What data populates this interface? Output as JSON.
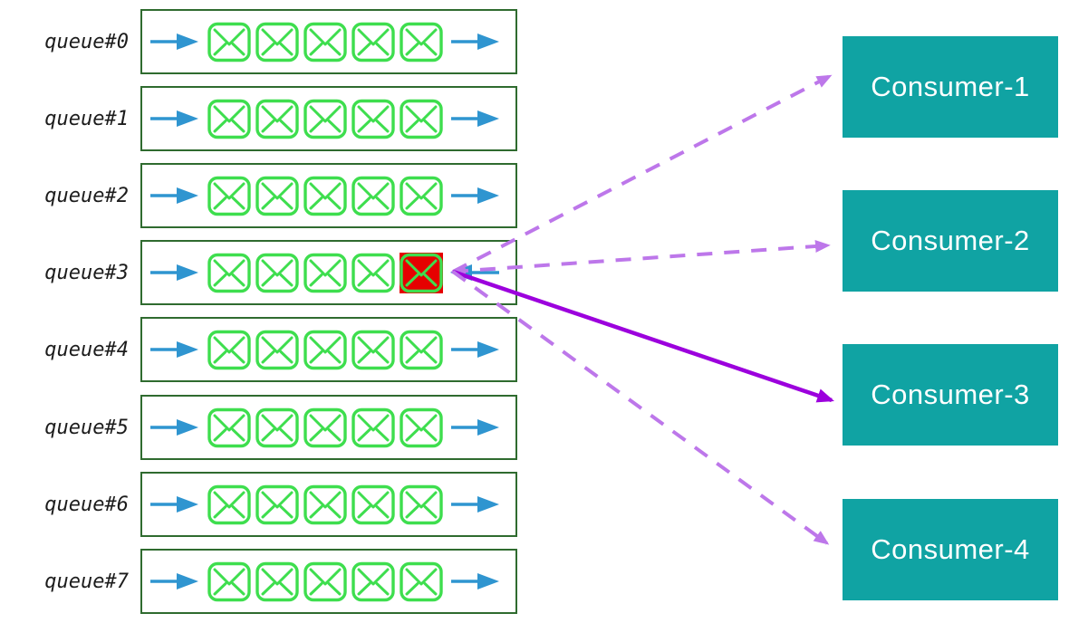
{
  "queues": [
    {
      "label": "queue#0",
      "message_count": 5,
      "highlighted_index": null,
      "out_arrow_direction": "right"
    },
    {
      "label": "queue#1",
      "message_count": 5,
      "highlighted_index": null,
      "out_arrow_direction": "right"
    },
    {
      "label": "queue#2",
      "message_count": 5,
      "highlighted_index": null,
      "out_arrow_direction": "right"
    },
    {
      "label": "queue#3",
      "message_count": 5,
      "highlighted_index": 4,
      "out_arrow_direction": "left"
    },
    {
      "label": "queue#4",
      "message_count": 5,
      "highlighted_index": null,
      "out_arrow_direction": "right"
    },
    {
      "label": "queue#5",
      "message_count": 5,
      "highlighted_index": null,
      "out_arrow_direction": "right"
    },
    {
      "label": "queue#6",
      "message_count": 5,
      "highlighted_index": null,
      "out_arrow_direction": "right"
    },
    {
      "label": "queue#7",
      "message_count": 5,
      "highlighted_index": null,
      "out_arrow_direction": "right"
    }
  ],
  "consumers": [
    {
      "label": "Consumer-1",
      "connection_style": "dashed"
    },
    {
      "label": "Consumer-2",
      "connection_style": "dashed",
      "arrow_back_to_queue": true
    },
    {
      "label": "Consumer-3",
      "connection_style": "solid"
    },
    {
      "label": "Consumer-4",
      "connection_style": "dashed"
    }
  ],
  "icons": {
    "message": "envelope-icon",
    "queue_flow": "blue-arrow-icon",
    "connection": "purple-arrow"
  },
  "colors": {
    "queue_border": "#2f6b2f",
    "envelope_green": "#3ede4e",
    "arrow_blue": "#2f95d0",
    "highlight_red": "#e60000",
    "consumer_bg": "#10a3a3",
    "consumer_text": "#ffffff",
    "dashed_connection": "#bd77ea",
    "solid_connection": "#9c00dd",
    "label_text": "#1c1c1c"
  }
}
